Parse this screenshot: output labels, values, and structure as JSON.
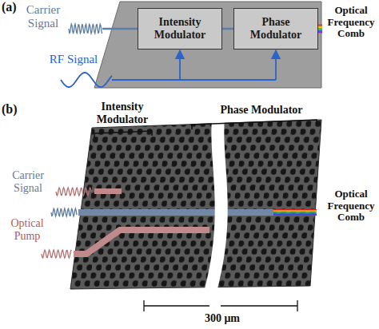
{
  "diagram": {
    "nodes": [
      {
        "text": [
          "Intensity Modulator"
        ]
      },
      {
        "text": [
          "Phase Modulator"
        ]
      }
    ],
    "edges": [
      {
        "from": 0,
        "to": 1,
        "arrow": "none"
      }
    ],
    "labels": [
      "(a)",
      "Carrier Signal",
      "RF Signal",
      "Optical Frequency Comb",
      "(b)",
      "Intensity Modulator",
      "Phase Modulator",
      "Carrier Signal",
      "Optical Pump",
      "Optical Frequency Comb",
      "300 μm"
    ]
  }
}
